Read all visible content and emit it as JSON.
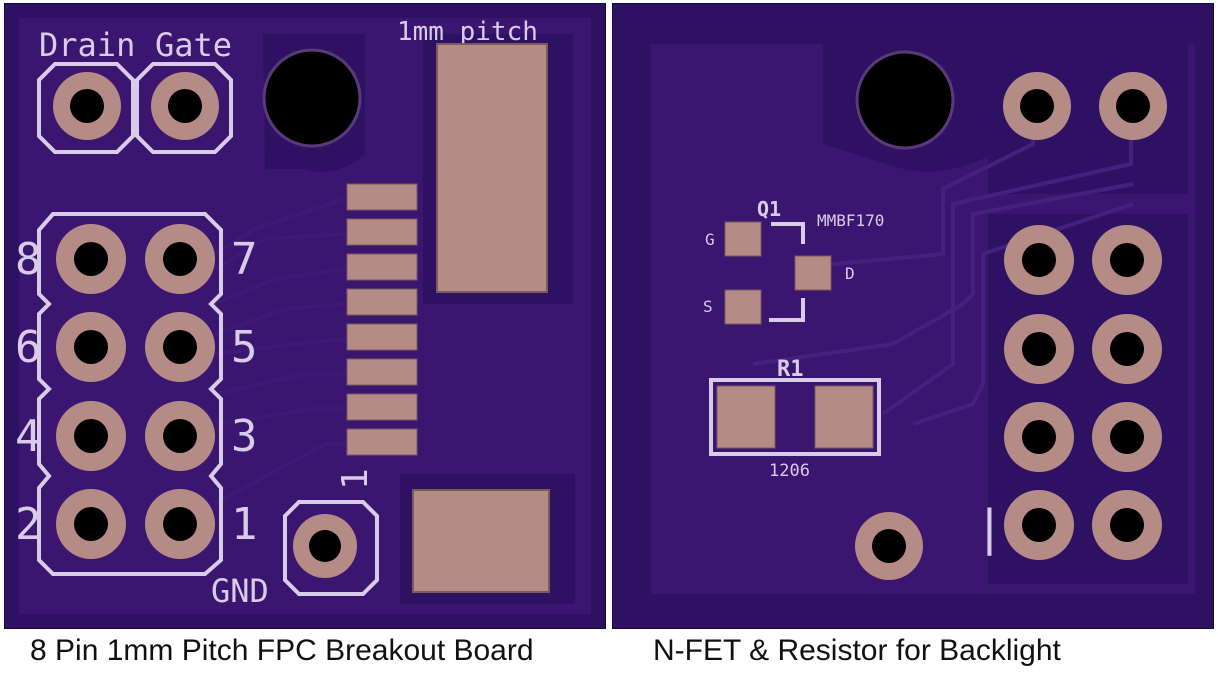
{
  "left_board": {
    "caption": "8 Pin 1mm Pitch FPC Breakout Board",
    "header_labels": {
      "drain": "Drain",
      "gate": "Gate"
    },
    "pitch_label": "1mm pitch",
    "pin_numbers": {
      "p8": "8",
      "p7": "7",
      "p6": "6",
      "p5": "5",
      "p4": "4",
      "p3": "3",
      "p2": "2",
      "p1": "1"
    },
    "connector_pin1_label": "1",
    "gnd_label": "GND"
  },
  "right_board": {
    "caption": "N-FET & Resistor for Backlight",
    "q1": {
      "ref": "Q1",
      "part": "MMBF170",
      "gate": "G",
      "drain": "D",
      "source": "S"
    },
    "r1": {
      "ref": "R1",
      "package": "1206"
    },
    "pin1_marker": "|"
  },
  "colors": {
    "board": "#2e1162",
    "board_inner": "#3a1670",
    "pad_copper": "#b58b86",
    "silkscreen": "#d8cce8",
    "drill": "#000000"
  }
}
